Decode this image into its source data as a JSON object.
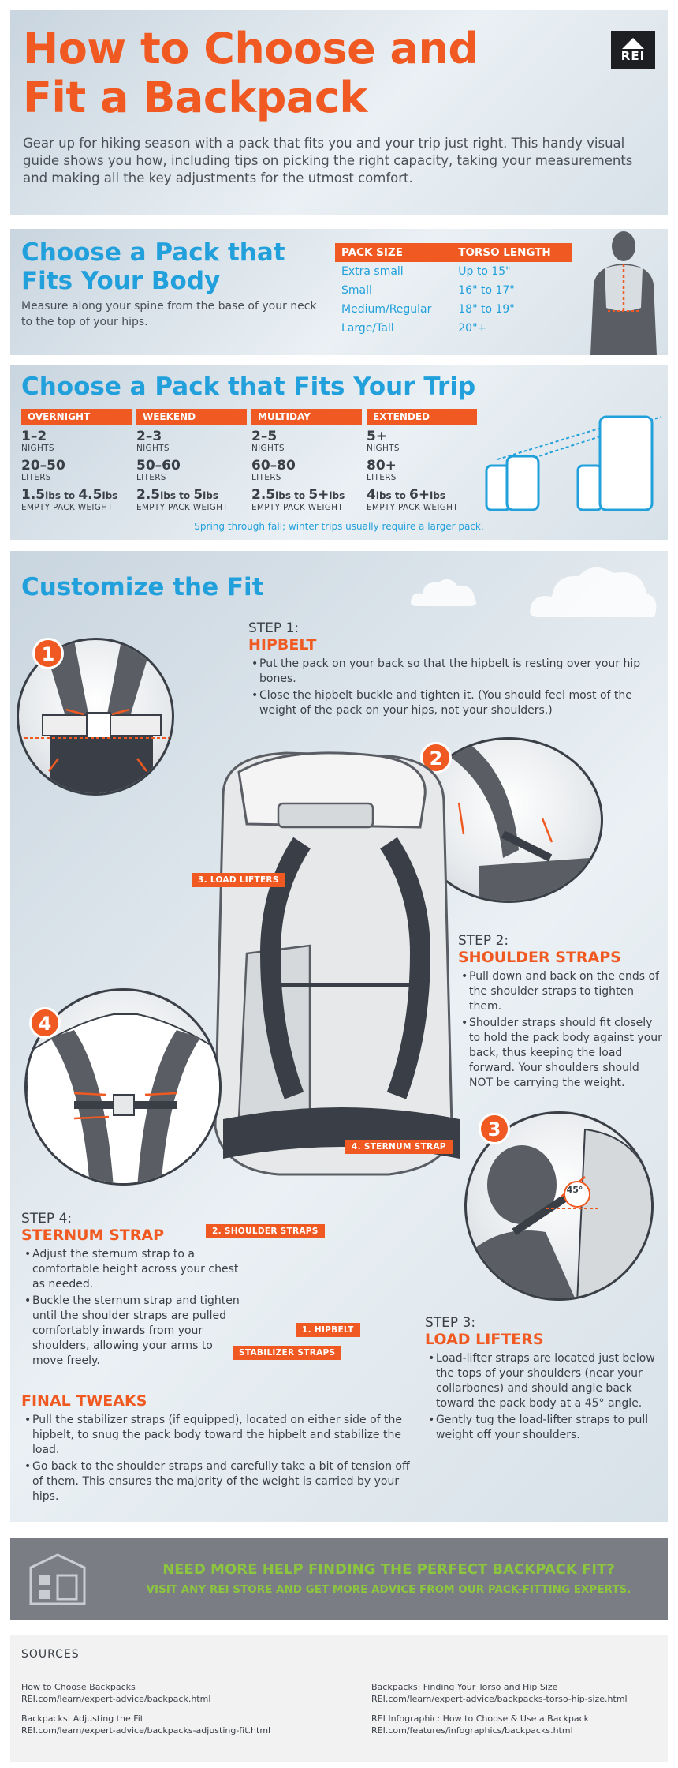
{
  "header": {
    "title_line1": "How to Choose and",
    "title_line2": "Fit a Backpack",
    "intro": "Gear up for hiking season with a pack that fits you and your trip just right. This handy visual guide shows you how, including tips on picking the right capacity, taking your measurements and making all the key adjustments for the utmost comfort.",
    "logo": "REI"
  },
  "fit_body": {
    "title_line1": "Choose a Pack that",
    "title_line2": "Fits Your Body",
    "description": "Measure along your spine from the base of your neck to the top of your hips.",
    "table_headers": [
      "PACK SIZE",
      "TORSO LENGTH"
    ],
    "rows": [
      [
        "Extra small",
        "Up to 15\""
      ],
      [
        "Small",
        "16\" to 17\""
      ],
      [
        "Medium/Regular",
        "18\" to 19\""
      ],
      [
        "Large/Tall",
        "20\"+"
      ]
    ]
  },
  "fit_trip": {
    "title": "Choose a Pack that Fits Your Trip",
    "columns": [
      {
        "header": "OVERNIGHT",
        "nights": "1–2",
        "nights_unit": "NIGHTS",
        "liters": "20–50",
        "liters_unit": "LITERS",
        "w1": "1.5",
        "w1u": "lbs",
        "to": " to ",
        "w2": "4.5",
        "w2u": "lbs",
        "weight_unit": "EMPTY PACK WEIGHT"
      },
      {
        "header": "WEEKEND",
        "nights": "2–3",
        "nights_unit": "NIGHTS",
        "liters": "50–60",
        "liters_unit": "LITERS",
        "w1": "2.5",
        "w1u": "lbs",
        "to": " to ",
        "w2": "5",
        "w2u": "lbs",
        "weight_unit": "EMPTY PACK WEIGHT"
      },
      {
        "header": "MULTIDAY",
        "nights": "2–5",
        "nights_unit": "NIGHTS",
        "liters": "60–80",
        "liters_unit": "LITERS",
        "w1": "2.5",
        "w1u": "lbs",
        "to": " to ",
        "w2": "5+",
        "w2u": "lbs",
        "weight_unit": "EMPTY PACK WEIGHT"
      },
      {
        "header": "EXTENDED",
        "nights": "5+",
        "nights_unit": "NIGHTS",
        "liters": "80+",
        "liters_unit": "LITERS",
        "w1": "4",
        "w1u": "lbs",
        "to": " to ",
        "w2": "6+",
        "w2u": "lbs",
        "weight_unit": "EMPTY PACK WEIGHT"
      }
    ],
    "note": "Spring through fall; winter trips usually require a larger pack."
  },
  "customize": {
    "title": "Customize the Fit",
    "step1": {
      "label": "STEP 1:",
      "name": "HIPBELT",
      "number": "1",
      "bullets": [
        "Put the pack on your back so that the hipbelt is resting over your hip bones.",
        "Close the hipbelt buckle and tighten it. (You should feel most of the weight of the pack on your hips, not your shoulders.)"
      ]
    },
    "step2": {
      "label": "STEP 2:",
      "name": "SHOULDER STRAPS",
      "number": "2",
      "bullets": [
        "Pull down and back on the ends of the shoulder straps to tighten them.",
        "Shoulder straps should fit closely to hold the pack body against your back, thus keeping the load forward. Your shoulders should NOT be carrying the weight."
      ]
    },
    "step3": {
      "label": "STEP 3:",
      "name": "LOAD LIFTERS",
      "number": "3",
      "angle": "45°",
      "bullets": [
        "Load-lifter straps are located just below the tops of your shoulders (near your collarbones) and should angle back toward the pack body at a 45° angle.",
        "Gently tug the load-lifter straps to pull weight off your shoulders."
      ]
    },
    "step4": {
      "label": "STEP 4:",
      "name": "STERNUM STRAP",
      "number": "4",
      "bullets": [
        "Adjust the sternum strap to a comfortable height across your chest as needed.",
        "Buckle the sternum strap and tighten until the shoulder straps are pulled comfortably inwards from your shoulders, allowing your arms to move freely."
      ]
    },
    "final": {
      "name": "FINAL TWEAKS",
      "bullets": [
        "Pull the stabilizer straps (if equipped), located on either side of the hipbelt, to snug the pack body toward the hipbelt and stabilize the load.",
        "Go back to the shoulder straps and carefully take a bit of tension off of them. This ensures the majority of the weight is carried by your hips."
      ]
    },
    "tags": {
      "load_lifters": "3. LOAD LIFTERS",
      "sternum": "4. STERNUM STRAP",
      "shoulder": "2. SHOULDER STRAPS",
      "hipbelt": "1. HIPBELT",
      "stabilizer": "STABILIZER STRAPS"
    }
  },
  "cta": {
    "line1": "NEED MORE HELP FINDING THE PERFECT BACKPACK FIT?",
    "line2": "VISIT ANY REI STORE AND GET MORE ADVICE FROM OUR PACK-FITTING EXPERTS."
  },
  "sources": {
    "heading": "SOURCES",
    "items": [
      {
        "title": "How to Choose Backpacks",
        "url": "REI.com/learn/expert-advice/backpack.html"
      },
      {
        "title": "Backpacks: Adjusting the Fit",
        "url": "REI.com/learn/expert-advice/backpacks-adjusting-fit.html"
      },
      {
        "title": "Backpacks: Finding Your Torso and Hip Size",
        "url": "REI.com/learn/expert-advice/backpacks-torso-hip-size.html"
      },
      {
        "title": "REI Infographic: How to Choose & Use a Backpack",
        "url": "REI.com/features/infographics/backpacks.html"
      }
    ]
  },
  "colors": {
    "accent": "#f05a22",
    "blue": "#21a0db",
    "green": "#8cc63f",
    "dark": "#3a3f47"
  }
}
